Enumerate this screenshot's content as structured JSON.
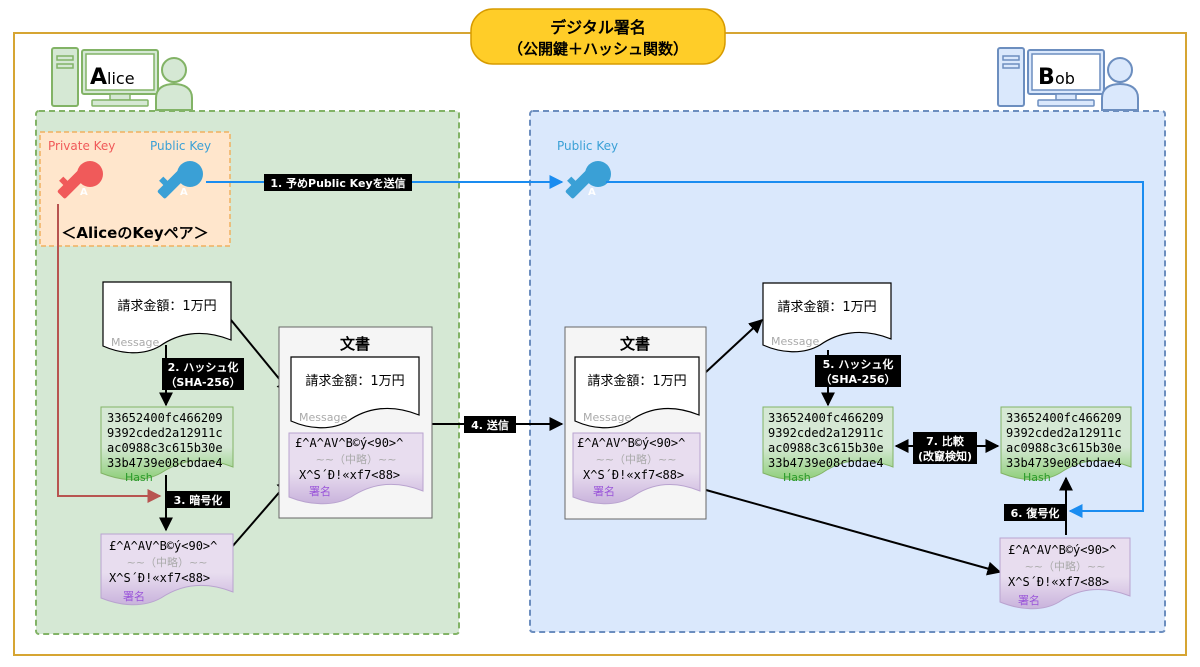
{
  "title": {
    "line1": "デジタル署名",
    "line2": "（公開鍵＋ハッシュ関数）"
  },
  "alice": {
    "name_initial": "A",
    "name_rest": "lice",
    "private_key_label": "Private Key",
    "public_key_label": "Public Key",
    "key_letter": "A",
    "keypair_label": "＜AliceのKeyペア＞"
  },
  "bob": {
    "name_initial": "B",
    "name_rest": "ob",
    "public_key_label": "Public Key",
    "key_letter": "A"
  },
  "message": {
    "text": "請求金額：1万円",
    "caption": "Message"
  },
  "hash": {
    "lines": [
      "33652400fc466209",
      "9392cded2a12911c",
      "ac0988c3c615b30e",
      "33b4739e08cbdae4"
    ],
    "caption": "Hash"
  },
  "signature": {
    "line1": "£^A^AV^B©ý<90>^",
    "line2": "~~（中略）~~",
    "line3": "X^S´Ð!«xf7<88>",
    "caption": "署名"
  },
  "document": {
    "title": "文書"
  },
  "steps": {
    "s1": "1. 予めPublic Keyを送信",
    "s2a": "2. ハッシュ化",
    "s2b": "（SHA-256）",
    "s3": "3. 暗号化",
    "s4": "4. 送信",
    "s5a": "5. ハッシュ化",
    "s5b": "（SHA-256）",
    "s6": "6. 復号化",
    "s7a": "7. 比較",
    "s7b": "(改竄検知)"
  },
  "colors": {
    "title_fill": "#ffcd28",
    "title_stroke": "#d79b00",
    "outer_border": "#d6a533",
    "alice_zone_fill": "#d5e8d4",
    "alice_zone_stroke": "#82b366",
    "bob_zone_fill": "#dae8fc",
    "bob_zone_stroke": "#6c8ebf",
    "keypair_fill": "#ffe6cc",
    "keypair_stroke": "#f0b060",
    "private_key": "#f05a5a",
    "public_key": "#3aa0d6",
    "red_line": "#b85450",
    "blue_line": "#1a8cf0",
    "hash_fill": "#d5e8d4",
    "hash_grad": "#8fcf7a",
    "hash_text": "#2a9a2a",
    "sig_fill": "#e1d5e7",
    "sig_caption": "#9a55d9",
    "doc_fill": "#f5f5f5",
    "doc_stroke": "#666666",
    "step_label_bg": "#000000",
    "step_label_text": "#ffffff"
  },
  "icons": [
    "computer-user-icon",
    "key-icon"
  ]
}
